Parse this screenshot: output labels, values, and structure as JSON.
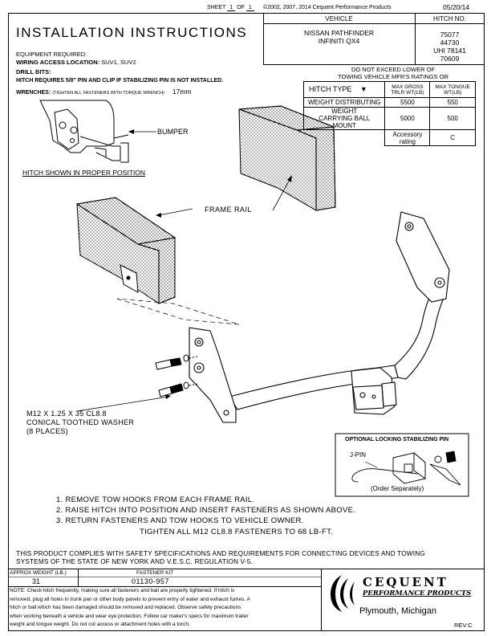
{
  "header": {
    "sheet_label": "SHEET",
    "sheet_num": "1",
    "of_label": "OF",
    "sheet_total": "1",
    "copyright": "©2002, 2007, 2014 Cequent Performance Products",
    "date": "05/20/14"
  },
  "title": "INSTALLATION INSTRUCTIONS",
  "equipment": {
    "required_label": "EQUIPMENT REQUIRED:",
    "wiring_label": "WIRING ACCESS LOCATION:",
    "wiring_value": "SUV1, SUV2",
    "drill_bits": "DRILL BITS:",
    "hitch_pin_note": "HITCH REQUIRES 5/8\" PIN AND CLIP IF STABILIZING PIN IS NOT INSTALLED.",
    "wrenches_label": "WRENCHES:",
    "wrenches_note": "(TIGHTEN ALL FASTENERS WITH TORQUE WRENCH)",
    "wrench_size": "17mm"
  },
  "vehicle_table": {
    "vehicle_header": "VEHICLE",
    "hitch_no_header": "HITCH NO.",
    "vehicle_lines": [
      "NISSAN PATHFINDER",
      "INFINITI QX4"
    ],
    "hitch_numbers": [
      "75077",
      "44730",
      "UHI 78141",
      "70609"
    ]
  },
  "ratings": {
    "warning_lines": [
      "DO NOT EXCEED LOWER OF",
      "TOWING VEHICLE MFR'S RATINGS OR"
    ],
    "col_hitch_type": "HITCH TYPE",
    "col_gross": [
      "MAX GROSS",
      "TRLR WT(LB)"
    ],
    "col_tongue": [
      "MAX TONGUE",
      "WT(LB)"
    ],
    "rows": [
      {
        "type": "WEIGHT DISTRIBUTING",
        "gross": "5500",
        "tongue": "550"
      },
      {
        "type": "WEIGHT CARRYING BALL MOUNT",
        "gross": "5000",
        "tongue": "500"
      },
      {
        "type": "",
        "gross": "Accessory rating",
        "tongue": "C"
      }
    ]
  },
  "diagram_labels": {
    "bumper": "BUMPER",
    "hitch_position": "HITCH SHOWN IN PROPER POSITION",
    "frame_rail": "FRAME RAIL",
    "fastener_lines": [
      "M12 X 1.25 X 35 CL8.8",
      "CONICAL TOOTHED WASHER",
      "(8 PLACES)"
    ],
    "stabilizing_title": "OPTIONAL LOCKING STABILIZING PIN",
    "jpin": "J-PIN",
    "order_separately": "(Order Separately)"
  },
  "steps": [
    "1. REMOVE TOW HOOKS FROM EACH FRAME RAIL.",
    "2. RAISE HITCH INTO POSITION AND INSERT FASTENERS AS SHOWN ABOVE.",
    "3. RETURN FASTENERS AND TOW HOOKS TO VEHICLE OWNER."
  ],
  "torque_note": "TIGHTEN ALL M12 CL8.8 FASTENERS TO 68 LB-FT.",
  "compliance_lines": [
    "THIS PRODUCT COMPLIES WITH SAFETY SPECIFICATIONS AND REQUIREMENTS FOR CONNECTING DEVICES AND TOWING",
    "SYSTEMS OF THE STATE OF NEW YORK AND V.E.S.C. REGULATION V-5."
  ],
  "footer": {
    "weight_label": "APPROX WEIGHT (LB.)",
    "weight_value": "31",
    "kit_label": "FASTENER KIT",
    "kit_value": "01130-957",
    "note_lines": [
      "NOTE: Check hitch frequently, making sure all fasteners and ball are properly tightened. If hitch is",
      "removed, plug all holes in trunk pan or other body panels to prevent entry of water and exhaust fumes. A",
      "hitch or ball which has been damaged should be removed and replaced. Observe safety precautions",
      "when working beneath a vehicle and wear eye protection. Follow car maker's specs for maximum trailer",
      "weight and tongue weight. Do not cut access or attachment holes with a torch."
    ],
    "brand_top": "CEQUENT",
    "brand_bottom": "PERFORMANCE PRODUCTS",
    "location": "Plymouth, Michigan",
    "rev": "REV:C"
  }
}
